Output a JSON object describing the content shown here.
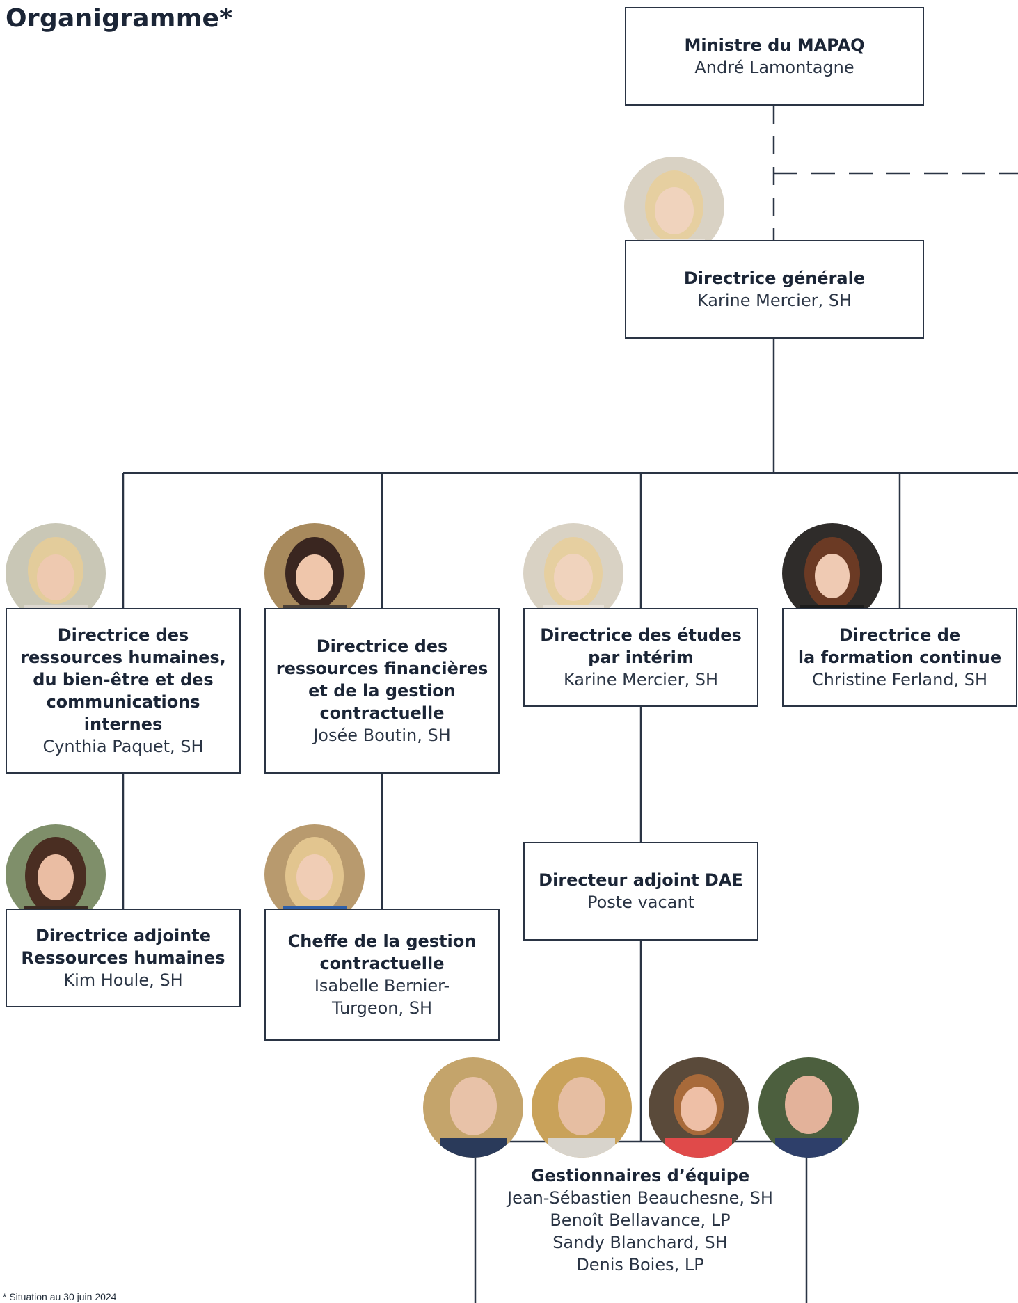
{
  "title": "Organigramme*",
  "footnote": "* Situation au 30 juin 2024",
  "minister": {
    "role": "Ministre du MAPAQ",
    "name": "André Lamontagne"
  },
  "dg": {
    "role": "Directrice générale",
    "name": "Karine Mercier, SH"
  },
  "dir_rh": {
    "role_lines": [
      "Directrice des",
      "ressources humaines,",
      "du bien-être et des",
      "communications",
      "internes"
    ],
    "name": "Cynthia Paquet, SH"
  },
  "dir_rf": {
    "role_lines": [
      "Directrice des",
      "ressources financières",
      "et de la gestion",
      "contractuelle"
    ],
    "name": "Josée Boutin, SH"
  },
  "dir_etudes": {
    "role_lines": [
      "Directrice des études",
      "par intérim"
    ],
    "name": "Karine Mercier, SH"
  },
  "dir_fc": {
    "role_lines": [
      "Directrice de",
      "la formation continue"
    ],
    "name": "Christine Ferland, SH"
  },
  "adj_rh": {
    "role_lines": [
      "Directrice adjointe",
      "Ressources humaines"
    ],
    "name": "Kim Houle, SH"
  },
  "cheffe_gc": {
    "role_lines": [
      "Cheffe de la gestion",
      "contractuelle"
    ],
    "name_lines": [
      "Isabelle Bernier-",
      "Turgeon, SH"
    ]
  },
  "dir_adj_dae": {
    "role": "Directeur adjoint DAE",
    "name": "Poste vacant"
  },
  "team": {
    "role": "Gestionnaires d’équipe",
    "names": [
      "Jean-Sébastien Beauchesne, SH",
      "Benoît Bellavance, LP",
      "Sandy Blanchard, SH",
      "Denis Boies, LP"
    ]
  },
  "colors": {
    "line": "#2a3444",
    "text": "#1b2536",
    "background": "#ffffff"
  }
}
